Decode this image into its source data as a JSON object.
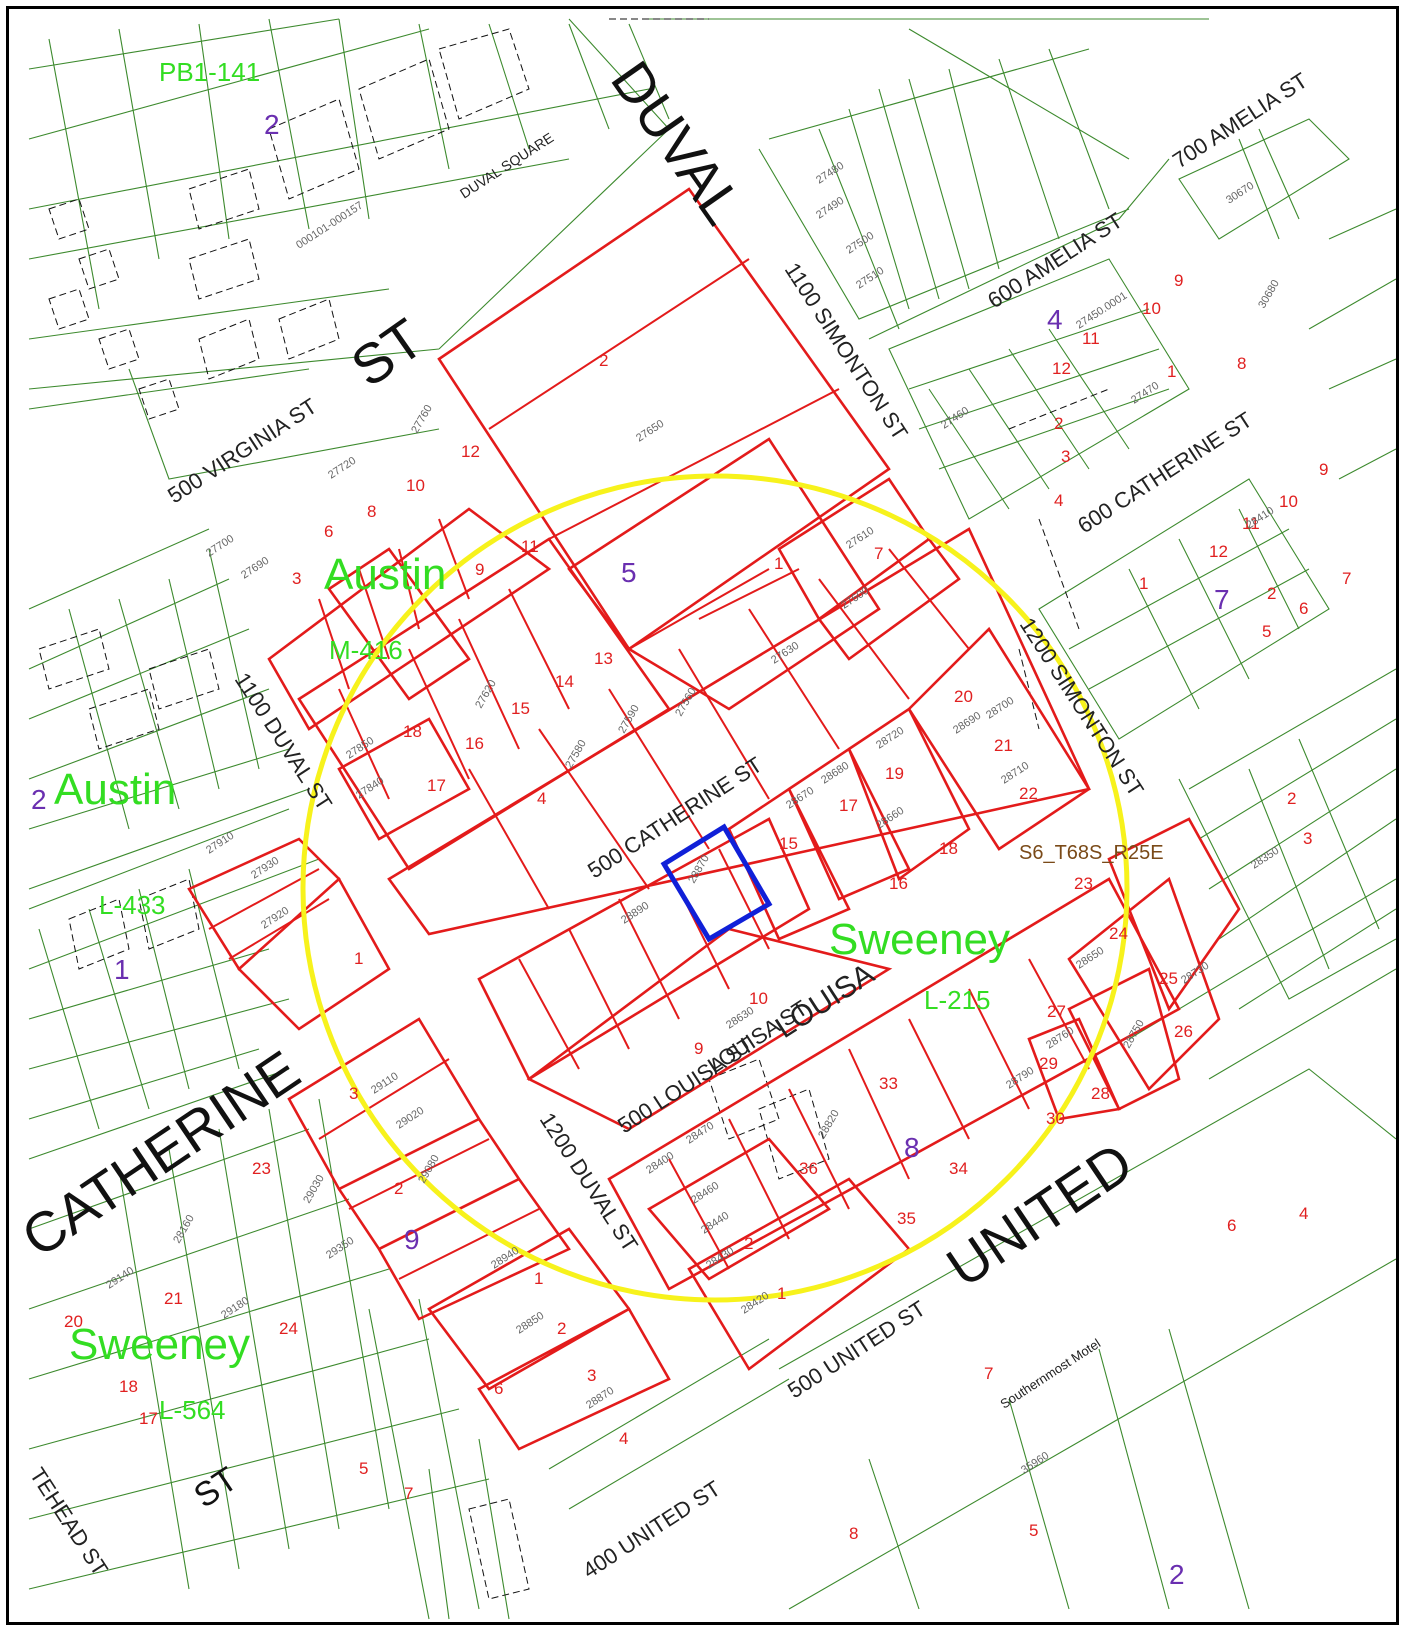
{
  "map": {
    "section_label": "S6_T68S_R25E",
    "search_circle_color": "#f7f21c",
    "subject_parcel_color": "#1020d8",
    "buffer_parcel_color": "#e31b1b",
    "grid_color": "#3d8a2e"
  },
  "streets": {
    "duval_top": "DUVAL",
    "street_big_st": "ST",
    "catherine_big": "CATHERINE",
    "united_big": "UNITED",
    "st_bottom": "ST",
    "virginia": "500 VIRGINIA ST",
    "duval_square": "DUVAL SQUARE",
    "duval_1100": "1100 DUVAL ST",
    "duval_1200": "1200 DUVAL ST",
    "simonton_1100": "1100 SIMONTON ST",
    "simonton_1200": "1200 SIMONTON ST",
    "amelia_600": "600 AMELIA ST",
    "amelia_700": "700 AMELIA ST",
    "catherine_600": "600 CATHERINE ST",
    "catherine_500": "500 CATHERINE ST",
    "louisa_500": "500 LOUISA ST",
    "louisa_st": "LOUISA ST",
    "louisa_big": "LOUISA",
    "united_500": "500 UNITED ST",
    "united_400": "400 UNITED ST",
    "whitehead": "TEHEAD ST",
    "motel": "Southernmost Motel"
  },
  "subdivisions": [
    {
      "name": "PB1-141"
    },
    {
      "name": "Austin"
    },
    {
      "name": "M-416"
    },
    {
      "name": "Austin"
    },
    {
      "name": "L-433"
    },
    {
      "name": "Sweeney"
    },
    {
      "name": "L-215"
    },
    {
      "name": "Sweeney"
    },
    {
      "name": "L-564"
    }
  ],
  "blocks": [
    "2",
    "5",
    "4",
    "7",
    "2",
    "1",
    "8",
    "9",
    "2"
  ],
  "lots": [
    "12",
    "10",
    "11",
    "9",
    "8",
    "6",
    "3",
    "1",
    "13",
    "14",
    "15",
    "16",
    "18",
    "17",
    "4",
    "2",
    "20",
    "21",
    "19",
    "22",
    "17",
    "15",
    "16",
    "18",
    "23",
    "24",
    "25",
    "26",
    "27",
    "28",
    "29",
    "30",
    "33",
    "34",
    "35",
    "36",
    "10",
    "9",
    "2",
    "1",
    "7",
    "8",
    "10",
    "9",
    "11",
    "12",
    "1",
    "2",
    "3",
    "4",
    "12",
    "11",
    "10",
    "9",
    "7",
    "6",
    "5",
    "2",
    "1",
    "20",
    "23",
    "24",
    "21",
    "18",
    "17",
    "6",
    "5",
    "7",
    "4",
    "3",
    "1",
    "2",
    "3",
    "2",
    "1",
    "2",
    "3",
    "4",
    "5",
    "6",
    "7",
    "8"
  ],
  "parcels": [
    "27690",
    "27700",
    "27720",
    "27760",
    "27650",
    "27610",
    "27600",
    "27630",
    "27620",
    "27580",
    "27590",
    "27560",
    "27850",
    "27840",
    "27910",
    "27920",
    "27930",
    "28690",
    "28700",
    "28710",
    "28720",
    "28680",
    "28670",
    "28660",
    "28650",
    "28730",
    "28750",
    "28760",
    "28790",
    "28820",
    "28870",
    "28890",
    "28630",
    "28400",
    "28470",
    "28460",
    "28440",
    "28430",
    "28420",
    "27480",
    "27490",
    "27500",
    "27510",
    "27460",
    "27470",
    "27450.0001",
    "30670",
    "30680",
    "28410",
    "28350",
    "29110",
    "29080",
    "29030",
    "29020",
    "28940",
    "28850",
    "28870",
    "28160",
    "29140",
    "29180",
    "29350",
    "35960",
    "000101-000157"
  ]
}
